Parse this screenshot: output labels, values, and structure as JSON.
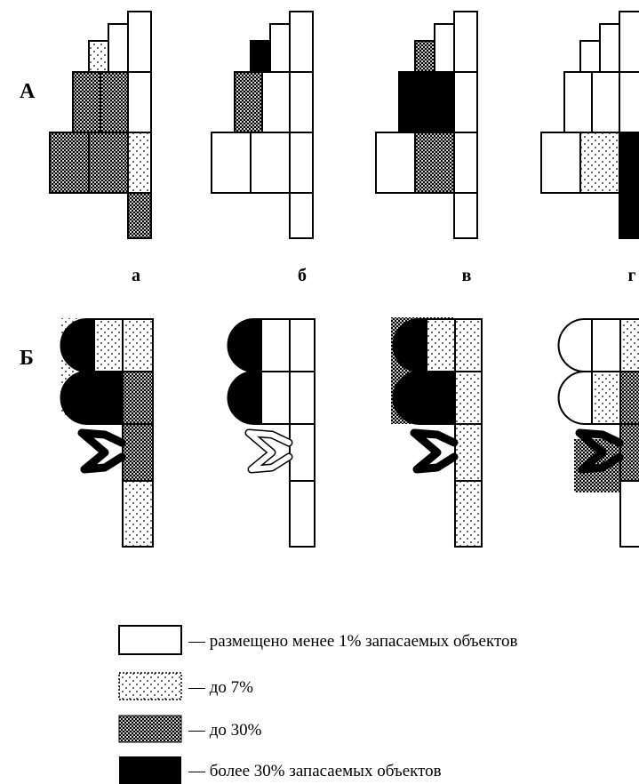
{
  "diagram": {
    "rows": [
      {
        "id": "A",
        "label": "А"
      },
      {
        "id": "B",
        "label": "Б"
      }
    ],
    "columns": [
      {
        "id": "a",
        "label": "а"
      },
      {
        "id": "b",
        "label": "б"
      },
      {
        "id": "v",
        "label": "в"
      },
      {
        "id": "g",
        "label": "г"
      }
    ],
    "categories": [
      {
        "id": "white",
        "meaning": "— размещено менее 1% запасаемых объектов"
      },
      {
        "id": "dots",
        "meaning": "— до 7%"
      },
      {
        "id": "cross",
        "meaning": "— до 30%"
      },
      {
        "id": "black",
        "meaning": "— более 30% запасаемых объектов"
      }
    ]
  },
  "colors": {
    "ink": "#000000",
    "paper": "#ffffff"
  }
}
